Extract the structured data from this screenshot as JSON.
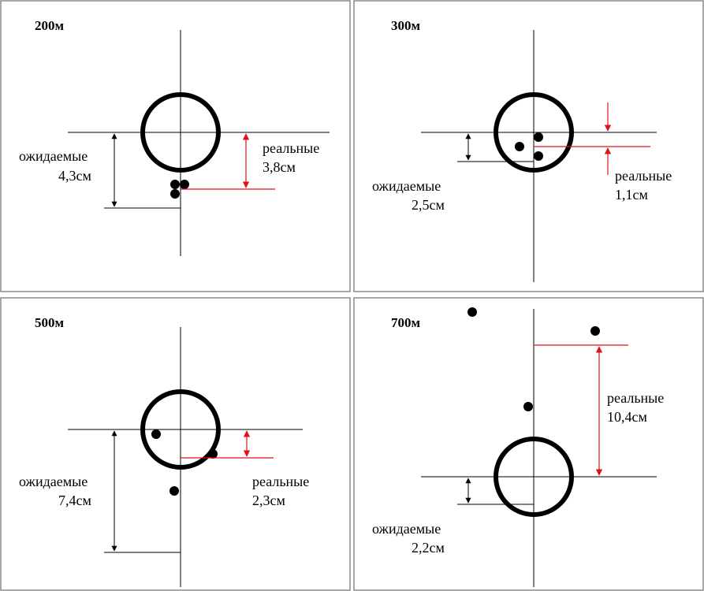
{
  "panels": [
    {
      "distance": "200м",
      "expected_label": "ожидаемые",
      "expected_value": "4,3см",
      "real_label": "реальные",
      "real_value": "3,8см"
    },
    {
      "distance": "300м",
      "expected_label": "ожидаемые",
      "expected_value": "2,5см",
      "real_label": "реальные",
      "real_value": "1,1см"
    },
    {
      "distance": "500м",
      "expected_label": "ожидаемые",
      "expected_value": "7,4см",
      "real_label": "реальные",
      "real_value": "2,3см"
    },
    {
      "distance": "700м",
      "expected_label": "ожидаемые",
      "expected_value": "2,2см",
      "real_label": "реальные",
      "real_value": "10,4см"
    }
  ],
  "colors": {
    "real_measure": "#e0131b",
    "expected_measure": "#000000",
    "frame": "#8a8a8a"
  }
}
